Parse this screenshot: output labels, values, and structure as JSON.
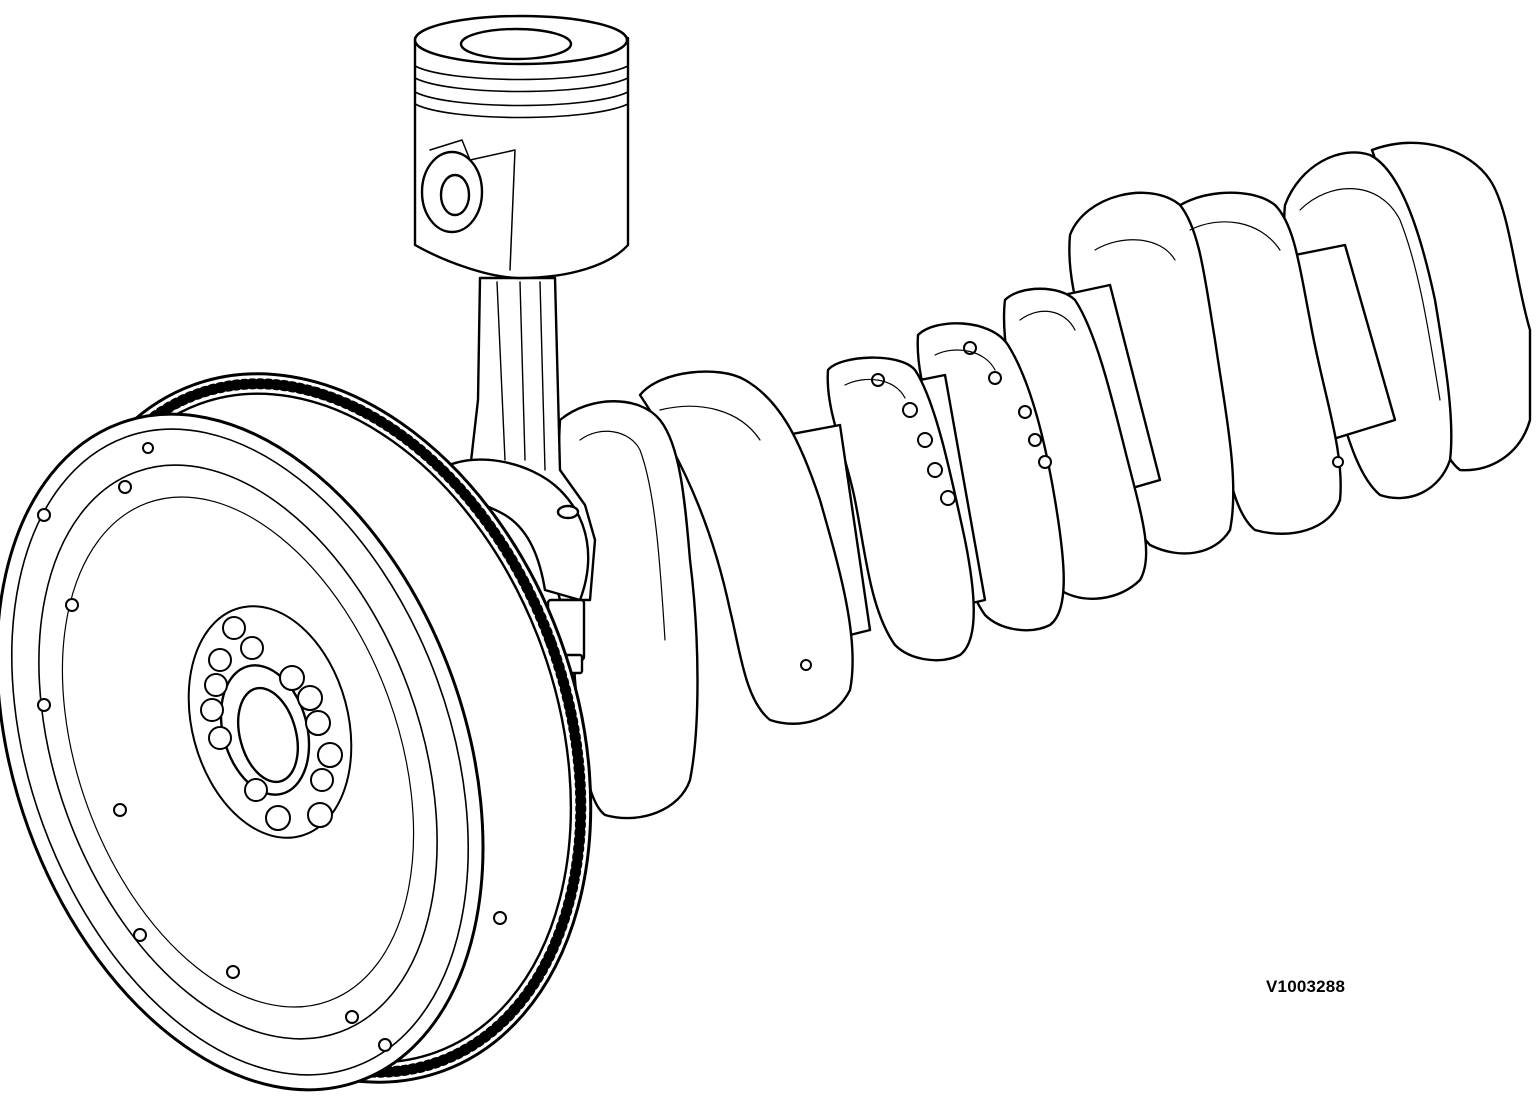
{
  "figure": {
    "id_label": "V1003288"
  },
  "components": {
    "flywheel": "flywheel-with-ring-gear",
    "crankshaft": "crankshaft",
    "connecting_rod": "connecting-rod",
    "piston": "piston"
  },
  "colors": {
    "line": "#000000",
    "fill": "#ffffff"
  }
}
